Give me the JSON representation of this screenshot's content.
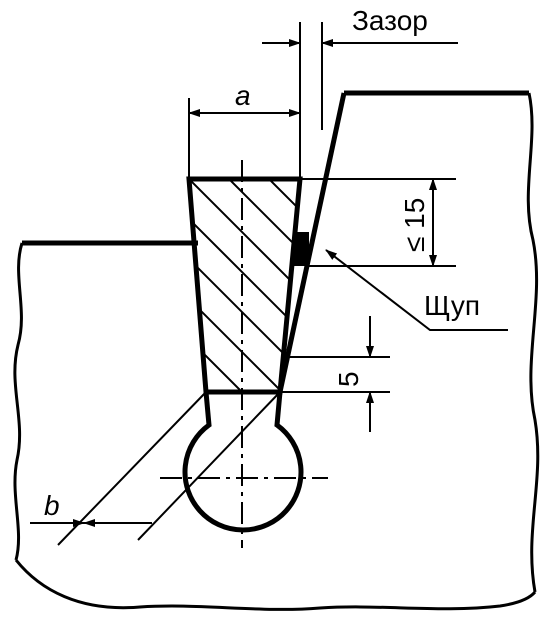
{
  "labels": {
    "gap": "Зазор",
    "a": "a",
    "depth": "≤ 15",
    "probe": "Щуп",
    "five": "5",
    "b": "b"
  }
}
